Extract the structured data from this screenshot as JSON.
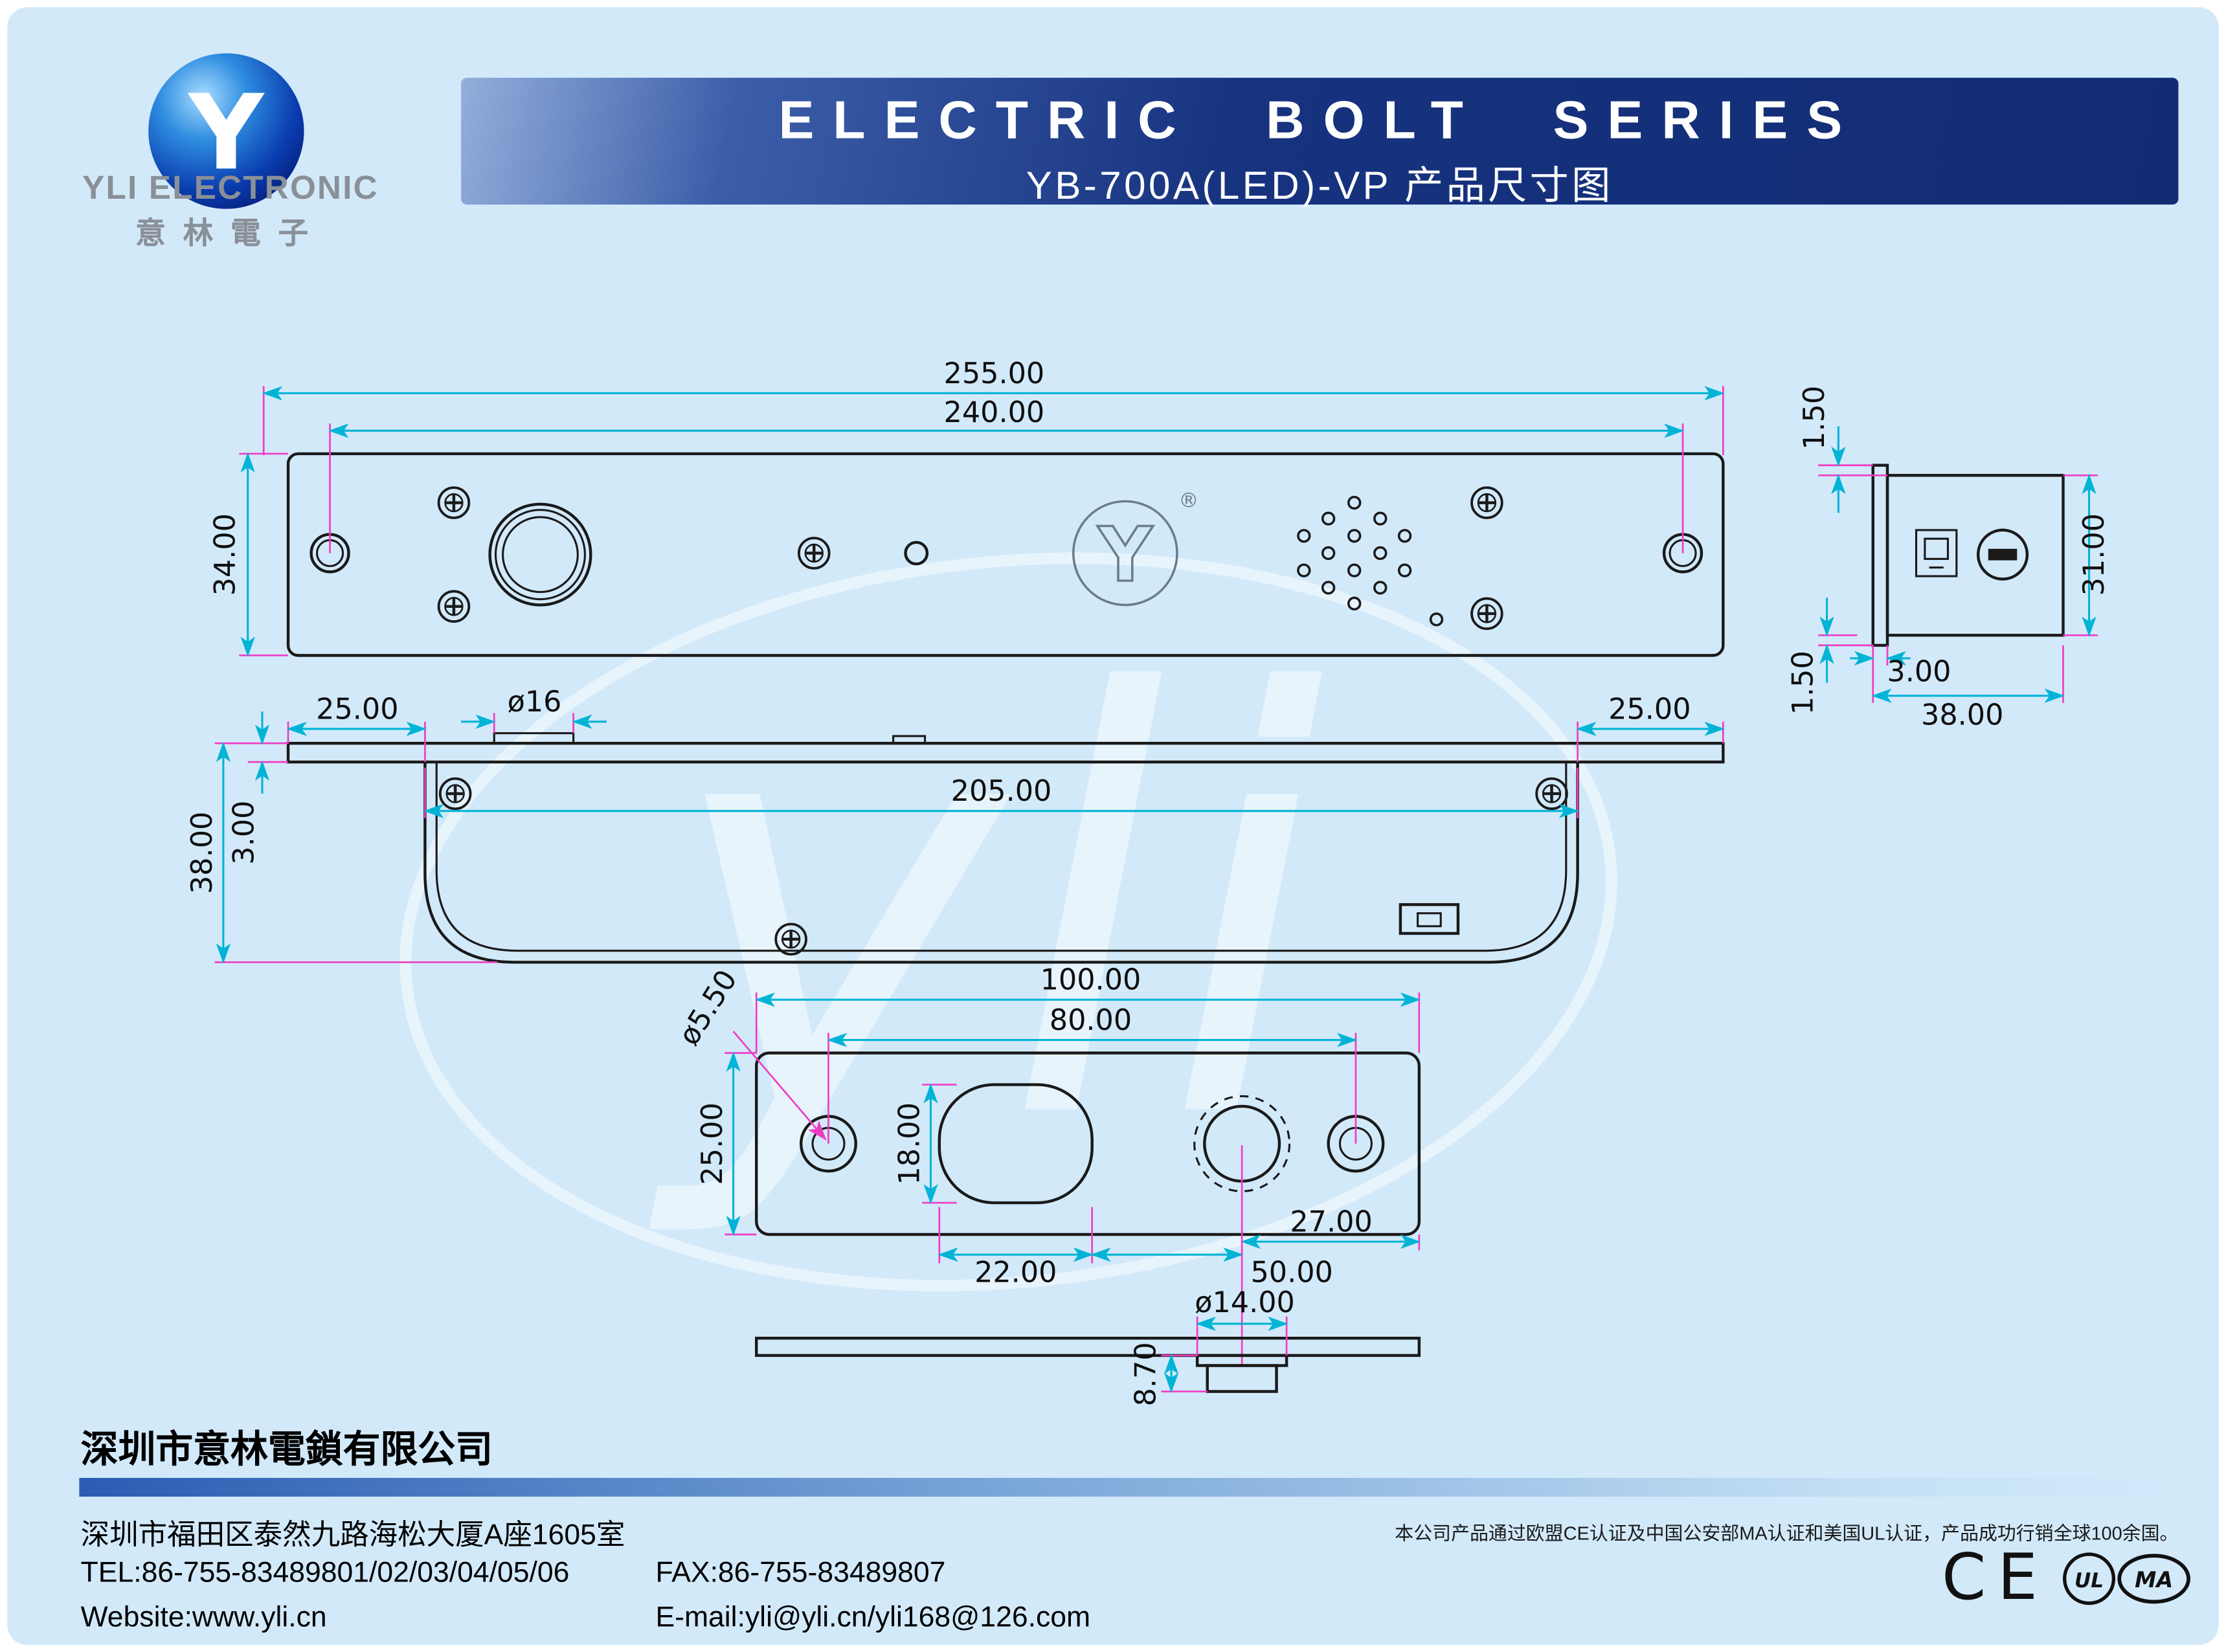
{
  "meta": {
    "bg_color": "#d2e9fa",
    "ink_color": "#1a1a1a",
    "dim_line_color": "#00b4d6",
    "ext_line_color": "#f03cc3"
  },
  "header": {
    "logo_letter": "Y",
    "company_en": "YLI ELECTRONIC",
    "company_cn": "意林電子",
    "banner_title": "ELECTRIC BOLT SERIES",
    "banner_subtitle": "YB-700A(LED)-VP 产品尺寸图"
  },
  "watermark": {
    "text": "yli"
  },
  "views": {
    "top": {
      "plate_logo": "Y",
      "registered": "®",
      "dim_overall_width": "255.00",
      "dim_hole_span": "240.00",
      "dim_height": "34.00"
    },
    "end": {
      "dim_lip_top": "1.50",
      "dim_inner_height": "31.00",
      "dim_plate": "3.00",
      "dim_width": "38.00",
      "dim_lip_bottom": "1.50"
    },
    "side": {
      "dim_left": "25.00",
      "dim_boss": "ø16",
      "dim_right": "25.00",
      "dim_body": "205.00",
      "dim_height": "38.00",
      "dim_plate": "3.00"
    },
    "face": {
      "dim_width": "100.00",
      "dim_hole_span": "80.00",
      "dim_hole_dia": "ø5.50",
      "dim_height": "25.00",
      "dim_slot_h": "18.00",
      "dim_slot_w": "22.00",
      "dim_bolt_pos": "50.00",
      "dim_edge": "27.00"
    },
    "bottom": {
      "dim_bolt_dia": "ø14.00",
      "dim_depth": "8.70"
    }
  },
  "footer": {
    "company": "深圳市意林電鎖有限公司",
    "address": "深圳市福田区泰然九路海松大厦A座1605室",
    "note": "本公司产品通过欧盟CE认证及中国公安部MA认证和美国UL认证，产品成功行销全球100余国。",
    "tel": "TEL:86-755-83489801/02/03/04/05/06",
    "fax": "FAX:86-755-83489807",
    "website": "Website:www.yli.cn",
    "email": "E-mail:yli@yli.cn/yli168@126.com",
    "certs": {
      "ce": "CE",
      "ul": "UL",
      "ma": "MA"
    }
  }
}
